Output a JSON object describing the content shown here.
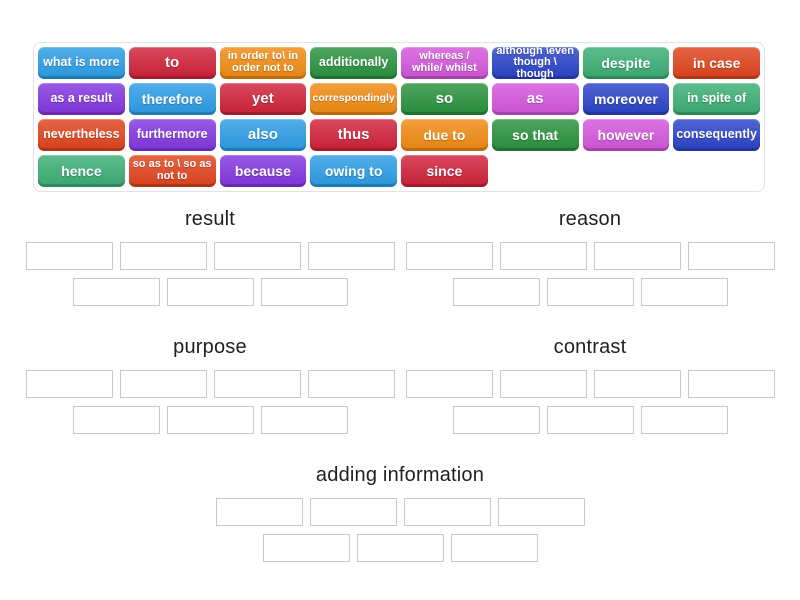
{
  "activity": {
    "kind": "group-sort"
  },
  "palette": {
    "blue": "#2B9CE5",
    "crimson": "#D02139",
    "orange": "#F08A12",
    "green": "#28913D",
    "orchid": "#D355DC",
    "royal": "#2A43C8",
    "seagreen": "#3BAD74",
    "vermillion": "#E0431C",
    "violet": "#8236E0",
    "chip_text": "#FFFFFF",
    "bank_border": "#E2E2E2",
    "slot_border": "#C9C9C9",
    "heading_text": "#1F1F1F"
  },
  "word_bank": {
    "chips": [
      {
        "label": "what is more",
        "color": "blue"
      },
      {
        "label": "to",
        "color": "crimson"
      },
      {
        "label": "in order to\\ in order not to",
        "color": "orange"
      },
      {
        "label": "additionally",
        "color": "green"
      },
      {
        "label": "whereas / while/ whilst",
        "color": "orchid"
      },
      {
        "label": "although \\even though \\ though",
        "color": "royal"
      },
      {
        "label": "despite",
        "color": "seagreen"
      },
      {
        "label": "in case",
        "color": "vermillion"
      },
      {
        "label": "as a result",
        "color": "violet"
      },
      {
        "label": "therefore",
        "color": "blue"
      },
      {
        "label": "yet",
        "color": "crimson"
      },
      {
        "label": "correspondingly",
        "color": "orange"
      },
      {
        "label": "so",
        "color": "green"
      },
      {
        "label": "as",
        "color": "orchid"
      },
      {
        "label": "moreover",
        "color": "royal"
      },
      {
        "label": "in spite of",
        "color": "seagreen"
      },
      {
        "label": "nevertheless",
        "color": "vermillion"
      },
      {
        "label": "furthermore",
        "color": "violet"
      },
      {
        "label": "also",
        "color": "blue"
      },
      {
        "label": "thus",
        "color": "crimson"
      },
      {
        "label": "due to",
        "color": "orange"
      },
      {
        "label": "so that",
        "color": "green"
      },
      {
        "label": "however",
        "color": "orchid"
      },
      {
        "label": "consequently",
        "color": "royal"
      },
      {
        "label": "hence",
        "color": "seagreen"
      },
      {
        "label": "so as to \\ so as not to",
        "color": "vermillion"
      },
      {
        "label": "because",
        "color": "violet"
      },
      {
        "label": "owing to",
        "color": "blue"
      },
      {
        "label": "since",
        "color": "crimson"
      }
    ]
  },
  "groups": [
    {
      "title": "result",
      "slot_rows": [
        4,
        3
      ]
    },
    {
      "title": "reason",
      "slot_rows": [
        4,
        3
      ]
    },
    {
      "title": "purpose",
      "slot_rows": [
        4,
        3
      ]
    },
    {
      "title": "contrast",
      "slot_rows": [
        4,
        3
      ]
    },
    {
      "title": "adding information",
      "slot_rows": [
        4,
        3
      ]
    }
  ]
}
